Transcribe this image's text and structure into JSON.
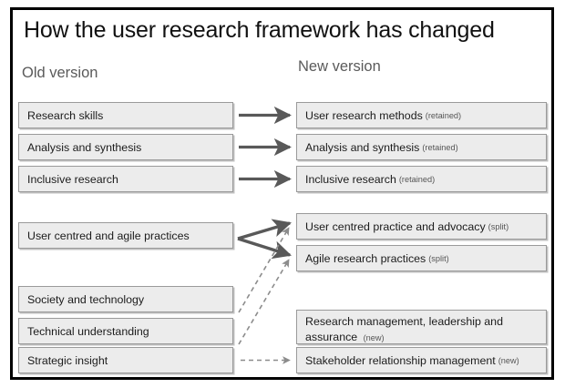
{
  "diagram": {
    "title": "How the user research framework has changed",
    "columns": {
      "old": "Old version",
      "new": "New version"
    },
    "old_items": [
      {
        "label": "Research skills"
      },
      {
        "label": "Analysis and synthesis"
      },
      {
        "label": "Inclusive research"
      },
      {
        "label": "User centred and agile practices"
      },
      {
        "label": "Society and technology"
      },
      {
        "label": "Technical understanding"
      },
      {
        "label": "Strategic insight"
      }
    ],
    "new_items": [
      {
        "label": "User research methods",
        "tag": "(retained)"
      },
      {
        "label": "Analysis and synthesis",
        "tag": "(retained)"
      },
      {
        "label": "Inclusive research",
        "tag": "(retained)"
      },
      {
        "label": "User centred practice and advocacy",
        "tag": "(split)"
      },
      {
        "label": "Agile research practices",
        "tag": "(split)"
      },
      {
        "label": "Research management, leadership and assurance",
        "tag": "(new)"
      },
      {
        "label": "Stakeholder relationship management",
        "tag": "(new)"
      }
    ],
    "connections": [
      {
        "from": "Research skills",
        "to": "User research methods",
        "style": "solid"
      },
      {
        "from": "Analysis and synthesis",
        "to": "Analysis and synthesis",
        "style": "solid"
      },
      {
        "from": "Inclusive research",
        "to": "Inclusive research",
        "style": "solid"
      },
      {
        "from": "User centred and agile practices",
        "to": "User centred practice and advocacy",
        "style": "solid"
      },
      {
        "from": "User centred and agile practices",
        "to": "Agile research practices",
        "style": "solid"
      },
      {
        "from": "Society and technology",
        "to": "User centred practice and advocacy",
        "style": "dashed"
      },
      {
        "from": "Technical understanding",
        "to": "Agile research practices",
        "style": "dashed"
      },
      {
        "from": "Strategic insight",
        "to": "Stakeholder relationship management",
        "style": "dashed"
      }
    ],
    "colors": {
      "frame": "#000000",
      "box_fill": "#ececec",
      "box_border": "#9a9a9a",
      "arrow": "#595959",
      "dashed_arrow": "#8c8c8c",
      "header_text": "#5a5a5a"
    }
  }
}
